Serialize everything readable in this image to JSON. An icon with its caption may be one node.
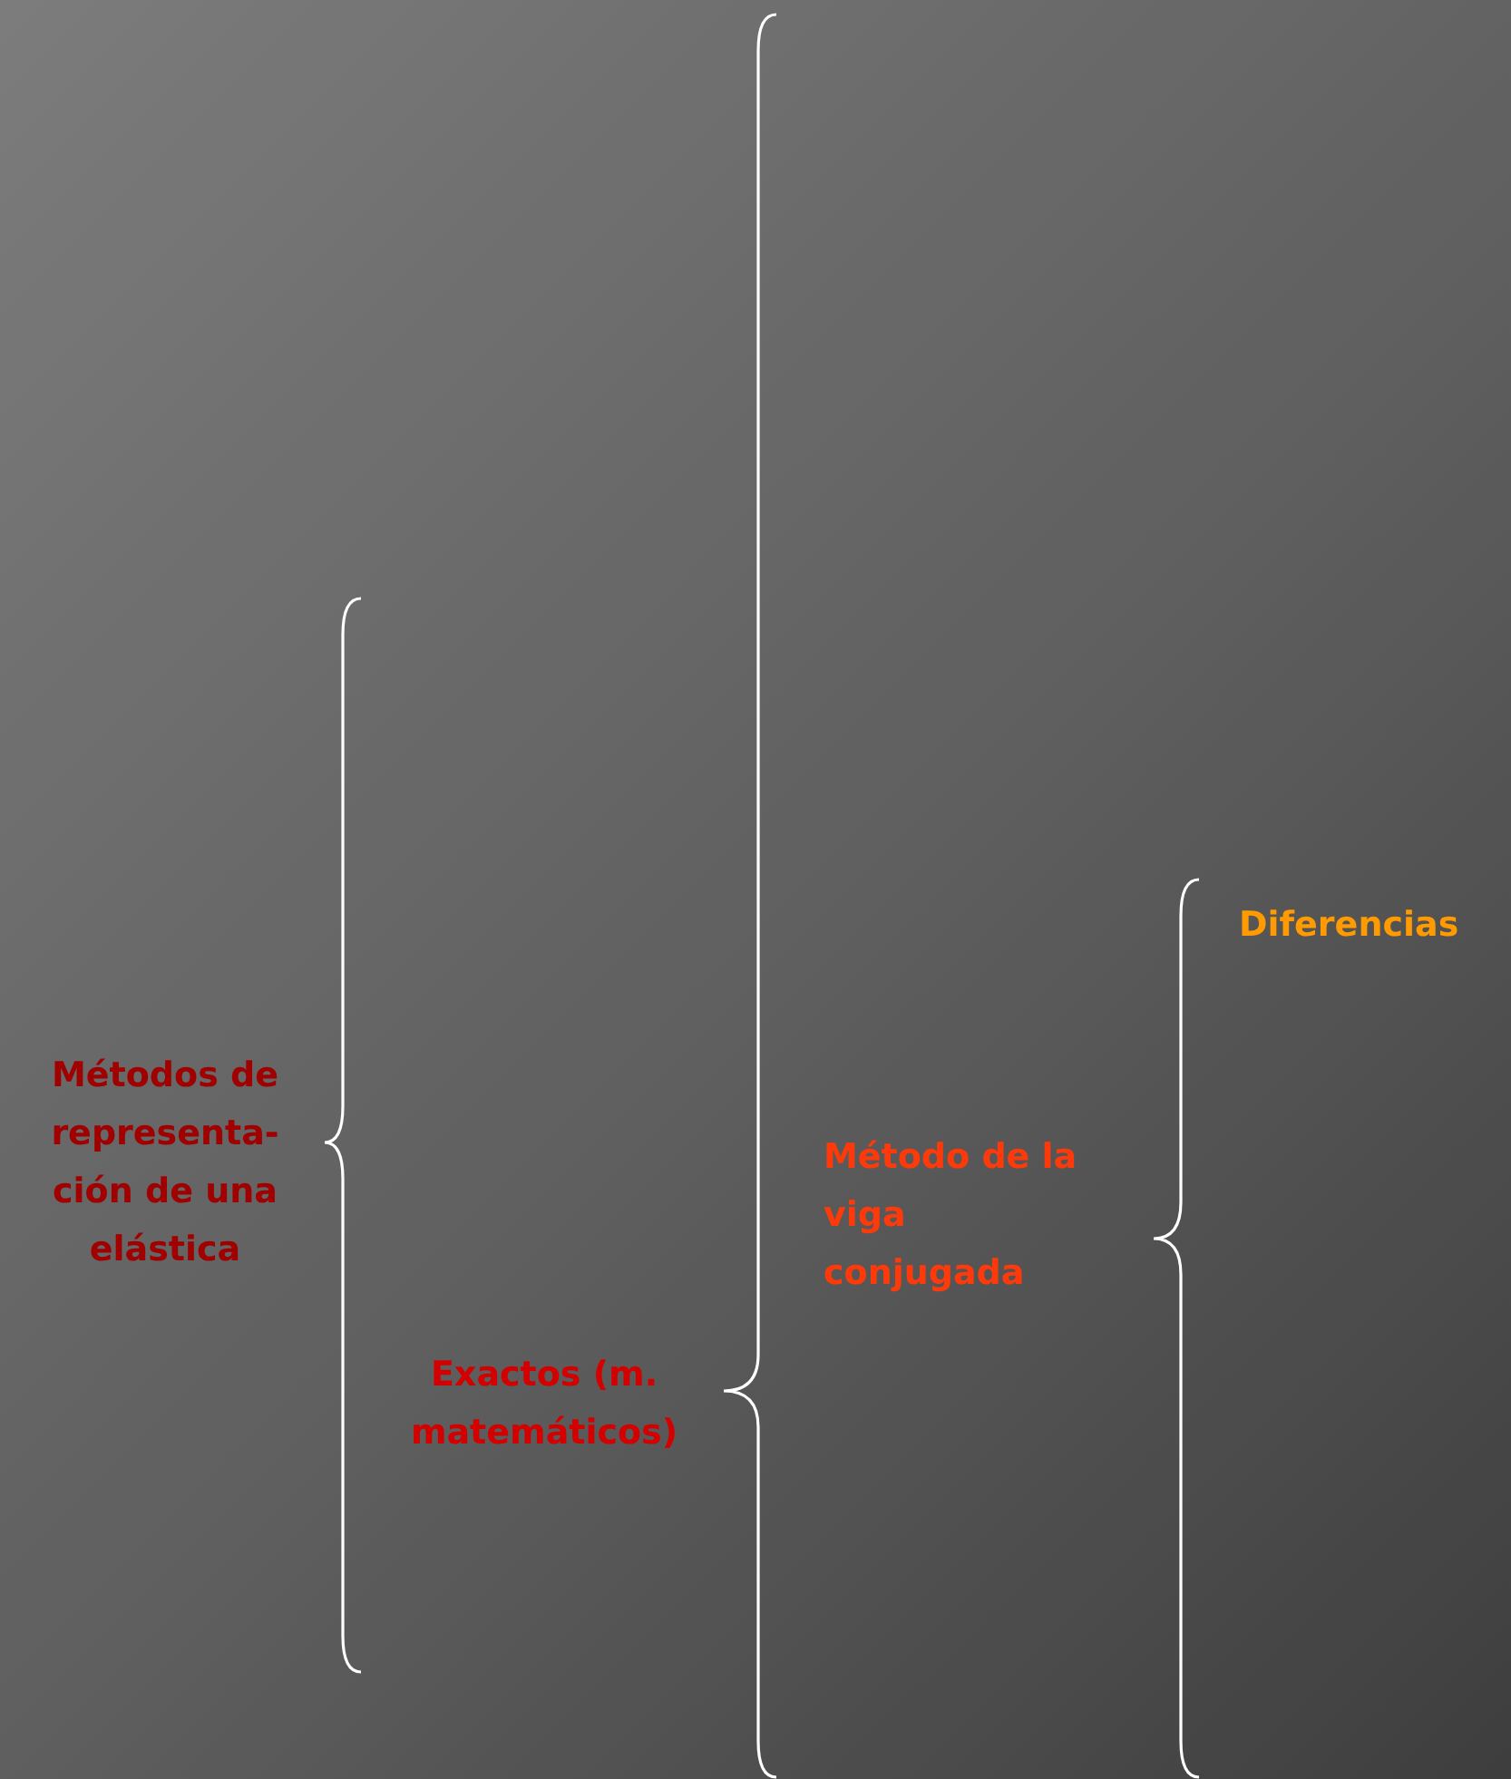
{
  "diagram": {
    "nodes": [
      {
        "text": [
          "Métodos de representa-ción de una elástica"
        ]
      },
      {
        "text": [
          "Exactos (m. matemáticos)"
        ]
      },
      {
        "text": [
          "Método de la viga conjugada"
        ]
      },
      {
        "text": [
          "Diferencias"
        ]
      }
    ]
  }
}
